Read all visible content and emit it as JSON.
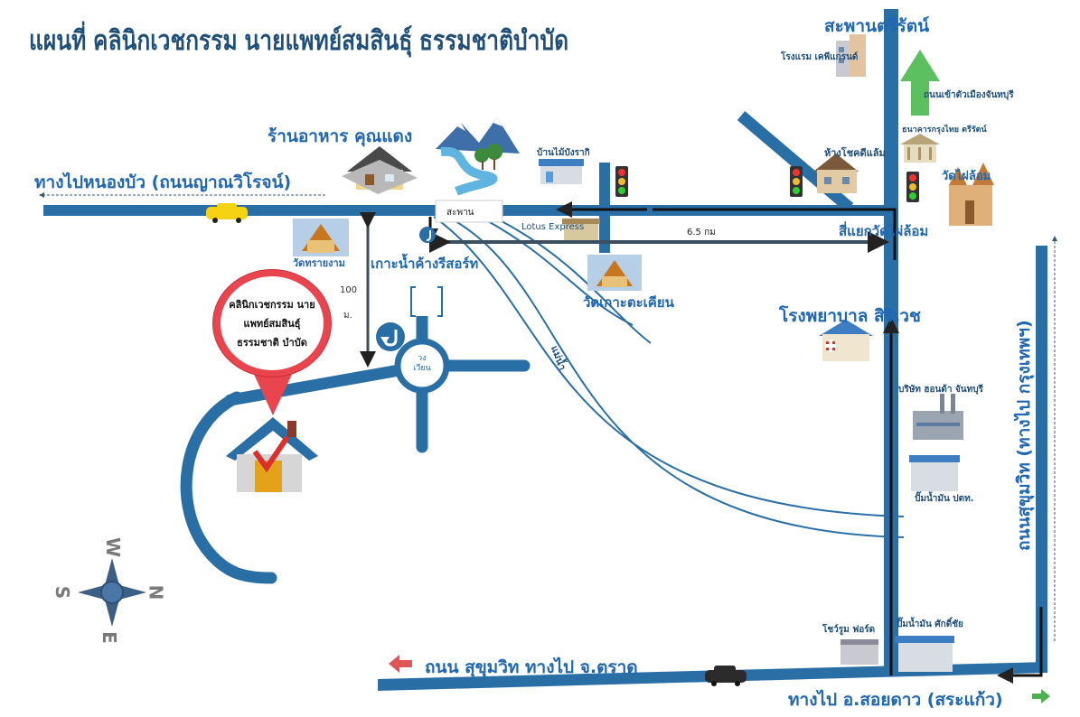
{
  "title": "แผนที่ คลินิกเวชกรรม นายแพทย์สมสินธุ์ ธรรมชาติบำบัด",
  "labels": {
    "nong_bua": "ทางไปหนองบัว (ถนนญาณวิโรจน์)",
    "restaurant": "ร้านอาหาร คุณแดง",
    "bridge_small": "สะพาน",
    "ko_nam_khang": "เกาะน้ำค้างรีสอร์ท",
    "wat_sai_ngam": "วัดทรายงาม",
    "distance_100": "100",
    "unit_m": "ม.",
    "roundabout": "วง เวียน",
    "ban_pin": "บ้านไม้บังรากิ",
    "lotus": "Lotus Express",
    "wat_ko_takhian": "วัดเกาะตะเคียน",
    "distance_65": "6.5 กม",
    "river": "แม่น้ำ",
    "bridge_tri": "สะพานตรีรัตน์",
    "hotel_kp": "โรงแรม เคพีแกรนด์",
    "into_city": "ถนนเข้าตัวเมืองจันทบุรี",
    "bank": "ธนาคารกรุงไทย ตรีรัตน์",
    "shop": "ห้างโชคดีแล้ม",
    "wat_phai_lom": "วัดไผ่ล้อม",
    "intersection": "สี่แยกวัดไผ่ล้อม",
    "hospital": "โรงพยาบาล สิริเวช",
    "company": "บริษัท ฮอนด้า จันทบุรี",
    "gas_ptt": "ปั๊มน้ำมัน ปตท.",
    "showroom": "โชว์รูม ฟอร์ด",
    "gas_saksri": "ปั๊มน้ำมัน ศักดิ์ชัย",
    "sukhumvit_trat": "ถนน สุขุมวิท ทางไป จ.ตราด",
    "soi_dao": "ทางไป อ.สอยดาว (สระแก้ว)",
    "sukhumvit_bkk": "ถนนสุขุมวิท (ทางไป กรุงเทพฯ)",
    "pin_text": "คลินิกเวชกรรม นายแพทย์สมสินธุ์ ธรรมชาติ บำบัด"
  },
  "compass": {
    "n": "N",
    "s": "S",
    "e": "E",
    "w": "W"
  },
  "colors": {
    "road": "#2a6ea6",
    "road_light": "#3b7fb8",
    "text_blue": "#1f66b3",
    "title": "#1f4e79",
    "pin_red": "#e8454f",
    "arrow_green": "#4caf50",
    "arrow_red": "#e05555"
  },
  "icons": [
    "house-icon",
    "mountain-river-icon",
    "temple-icon",
    "traffic-light-icon",
    "gas-station-icon",
    "hospital-icon",
    "factory-icon",
    "hotel-icon",
    "bank-icon",
    "car-icon",
    "taxi-icon",
    "clinic-house-icon",
    "compass-icon",
    "u-turn-sign-icon",
    "up-arrow-icon"
  ]
}
